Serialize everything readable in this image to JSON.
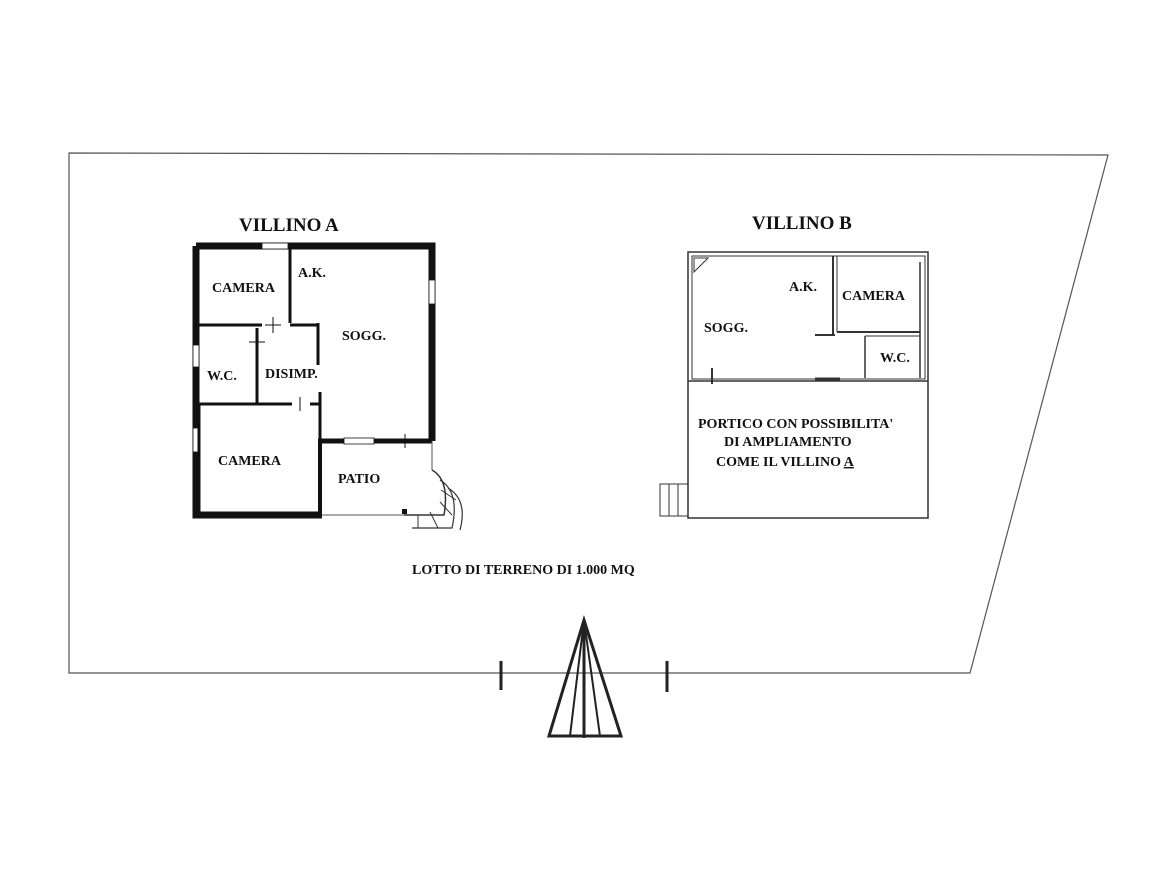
{
  "villino_a": {
    "title": "VILLINO A",
    "rooms": {
      "camera_top": "CAMERA",
      "ak": "A.K.",
      "sogg": "SOGG.",
      "wc": "W.C.",
      "disimp": "DISIMP.",
      "camera_bottom": "CAMERA",
      "patio": "PATIO"
    }
  },
  "villino_b": {
    "title": "VILLINO B",
    "rooms": {
      "ak": "A.K.",
      "camera": "CAMERA",
      "sogg": "SOGG.",
      "wc": "W.C."
    },
    "portico_lines": [
      "PORTICO CON POSSIBILITA'",
      "DI AMPLIAMENTO",
      "COME IL VILLINO "
    ],
    "portico_underlined": "A"
  },
  "lot_label": "LOTTO DI TERRENO DI 1.000 MQ"
}
